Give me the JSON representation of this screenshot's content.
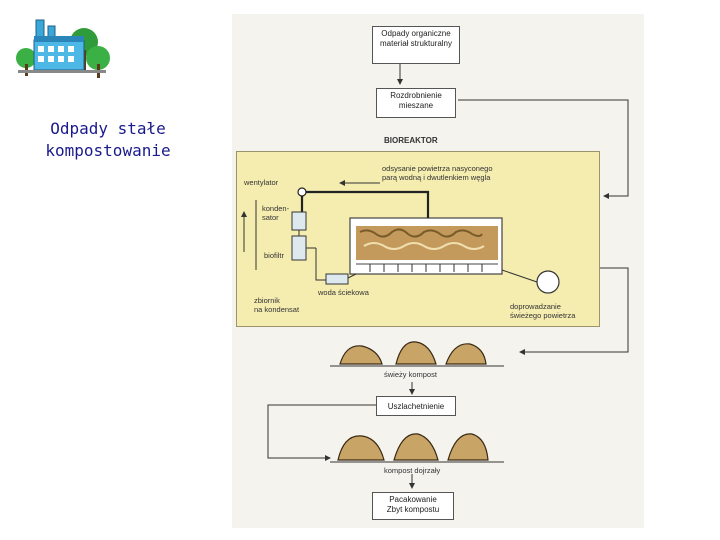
{
  "title": {
    "line1": "Odpady stałe",
    "line2": "kompostowanie"
  },
  "logo": {
    "icon": "factory-with-trees-icon"
  },
  "diagram": {
    "box_input_line1": "Odpady organiczne",
    "box_input_line2": "materiał strukturalny",
    "box_shred_line1": "Rozdrobnienie",
    "box_shred_line2": "mieszane",
    "bioreactor": "BIOREAKTOR",
    "suction_line1": "odsysanie powietrza nasyconego",
    "suction_line2": "parą wodną i dwutlenkiem węgla",
    "fan": "wentylator",
    "condenser_line1": "konden-",
    "condenser_line2": "sator",
    "biofilter": "biofiltr",
    "wastewater": "woda ściekowa",
    "tank_line1": "zbiornik",
    "tank_line2": "na kondensat",
    "fresh_air_line1": "doprowadzanie",
    "fresh_air_line2": "świeżego powietrza",
    "fresh_compost": "świeży kompost",
    "box_refine": "Uszlachetnienie",
    "mature_compost": "kompost dojrzały",
    "box_pack_line1": "Pacakowanie",
    "box_pack_line2": "Zbyt kompostu"
  },
  "colors": {
    "title": "#1a1a8c",
    "reactor": "#f5ecb0",
    "compost": "#c9a467"
  }
}
